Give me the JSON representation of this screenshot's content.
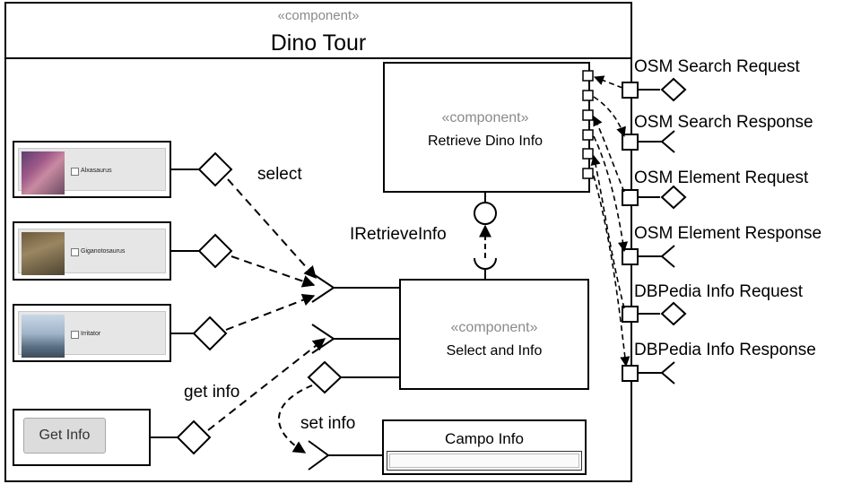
{
  "outer": {
    "stereotype": "«component»",
    "title": "Dino Tour"
  },
  "retrieve": {
    "stereotype": "«component»",
    "title": "Retrieve Dino Info"
  },
  "select_info": {
    "stereotype": "«component»",
    "title": "Select and Info"
  },
  "interface_label": "IRetrieveInfo",
  "flow_labels": {
    "select": "select",
    "get_info": "get info",
    "set_info": "set info"
  },
  "dinos": [
    {
      "name": "Alxasaurus"
    },
    {
      "name": "Giganotosaurus"
    },
    {
      "name": "Irritator"
    }
  ],
  "button": {
    "label": "Get Info"
  },
  "campo": {
    "title": "Campo Info"
  },
  "ports": [
    "OSM Search Request",
    "OSM Search Response",
    "OSM Element Request",
    "OSM Element Response",
    "DBPedia Info Request",
    "DBPedia Info Response"
  ]
}
